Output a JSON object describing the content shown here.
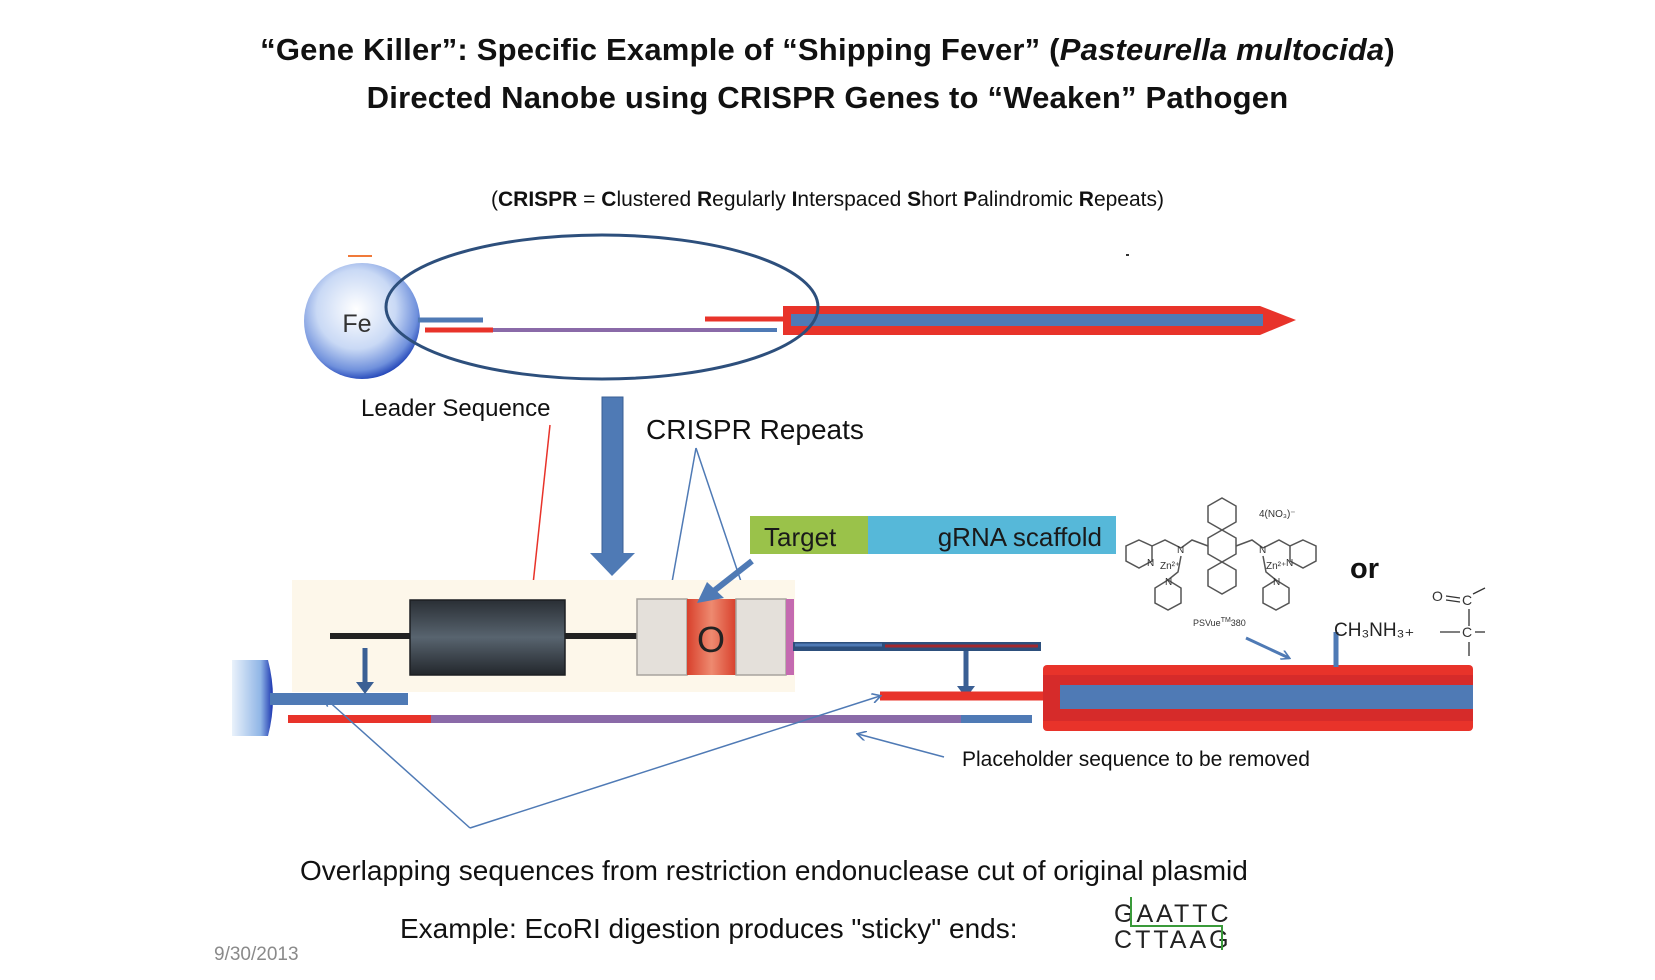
{
  "title": {
    "line1_prefix": "“Gene Killer”: Specific Example of “Shipping Fever” (",
    "line1_italic": "Pasteurella multocida",
    "line1_suffix": ")",
    "line2": "Directed Nanobe using CRISPR Genes to “Weaken” Pathogen"
  },
  "subtitle": {
    "open": "(",
    "parts": [
      {
        "bold": "CRISPR",
        "rest": " = "
      },
      {
        "bold": "C",
        "rest": "lustered "
      },
      {
        "bold": "R",
        "rest": "egularly "
      },
      {
        "bold": "I",
        "rest": "nterspaced "
      },
      {
        "bold": "S",
        "rest": "hort "
      },
      {
        "bold": "P",
        "rest": "alindromic "
      },
      {
        "bold": "R",
        "rest": "epeats"
      }
    ],
    "close": ")"
  },
  "nanobe": {
    "core_label": "Fe"
  },
  "labels": {
    "leader_sequence": "Leader Sequence",
    "crispr_repeats": "CRISPR Repeats",
    "spacer_letter": "O",
    "target": "Target",
    "grna_scaffold": "gRNA scaffold",
    "or": "or",
    "placeholder": "Placeholder sequence to be removed",
    "overlapping": "Overlapping sequences from restriction endonuclease cut of original plasmid",
    "ecori_example": "Example: EcoRI digestion produces \"sticky\" ends:"
  },
  "chemistry": {
    "psvue_name": "PSVue",
    "psvue_tm": "TM",
    "psvue_num": "380",
    "counterion": "4(NO₃)⁻",
    "zinc": "Zn²⁺",
    "nitrogen": "N",
    "amine": "CH₃NH₃₊",
    "carbonyl_o": "O",
    "carbon": "C"
  },
  "ecori": {
    "top_strand": [
      "G",
      "A",
      "A",
      "T",
      "T",
      "C"
    ],
    "bottom_strand": [
      "C",
      "T",
      "T",
      "A",
      "A",
      "G"
    ],
    "cut_color": "#3a9a3a"
  },
  "colors": {
    "red": "#e8332a",
    "blue": "#4f7ab5",
    "navy": "#2d4f7c",
    "purple": "#8a6aa8",
    "target_green": "#9ac24a",
    "scaffold_cyan": "#56b8d9"
  },
  "footer": {
    "date": "9/30/2013"
  }
}
